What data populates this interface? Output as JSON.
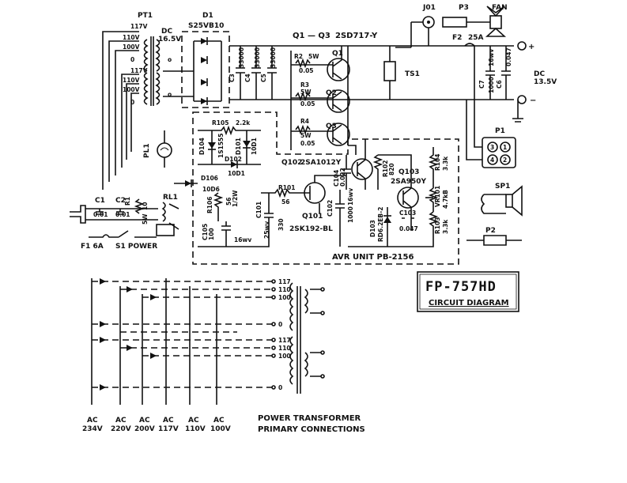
{
  "title_box": {
    "model": "FP-757HD",
    "subtitle": "CIRCUIT DIAGRAM"
  },
  "footer_caption": {
    "line1": "POWER TRANSFORMER",
    "line2": "PRIMARY CONNECTIONS"
  },
  "transformer": {
    "name": "PT1",
    "taps_top": [
      "117V",
      "110V",
      "100V"
    ],
    "taps_bottom": [
      "117V",
      "110V",
      "100V"
    ],
    "tap_zero": "0",
    "dc_label": "DC",
    "dc_value": "16.5V"
  },
  "rectifier": {
    "name": "D1",
    "part": "S25VB10"
  },
  "caps_main": {
    "c3": "C3",
    "c3v": "33000",
    "c4": "C4",
    "c4v": "33000",
    "c5": "C5",
    "c5v": "33000"
  },
  "transistors_main": {
    "range": "Q1 — Q3",
    "part": "2SD717-Y",
    "q1": "Q1",
    "q2": "Q2",
    "q3": "Q3"
  },
  "emitter_res": [
    {
      "name": "R2",
      "w": "5W",
      "v": "0.05"
    },
    {
      "name": "R3",
      "w": "5W",
      "v": "0.05"
    },
    {
      "name": "R4",
      "w": "5W",
      "v": "0.05"
    }
  ],
  "thermal_switch": "TS1",
  "connector_top": {
    "j": "J01",
    "p": "P3",
    "fan": "FAN"
  },
  "fuse2": {
    "name": "F2",
    "rating": "25A"
  },
  "output": {
    "dc": "DC",
    "volts": "13.5V",
    "c7": "C7",
    "c7v": "1000",
    "c7w": "16wv",
    "c6": "C6",
    "c6v": "0.047"
  },
  "p1_connector": {
    "name": "P1",
    "pins": [
      "1",
      "3",
      "2",
      "4"
    ]
  },
  "speaker": {
    "name": "SP1",
    "plug": "P2"
  },
  "avr": {
    "label": "AVR UNIT  PB-2156",
    "r105": "R105",
    "r105v": "2.2k",
    "d104": "D104",
    "d104p": "1S1555",
    "d101": "D101",
    "d101p": "10D1",
    "d102": "D102",
    "d102p": "10D1",
    "q102": "Q102",
    "q102p": "2SA1012Y",
    "c104": "C104",
    "c104v": "0.022",
    "r102": "R102",
    "r102v": "820",
    "q103": "Q103",
    "q103p": "2SA950Y",
    "r104": "R104",
    "r104v": "3.3k",
    "vr101": "VR101",
    "vr101v": "4.7kB",
    "r103": "R103",
    "r103v": "3.3k",
    "c103": "C103",
    "c103v": "0.047",
    "d103": "D103",
    "d103p": "RD6.2EB-2",
    "c102": "C102",
    "c102v": "1000",
    "c102w": "16wv",
    "q101": "Q101",
    "q101p": "2SK192-BL",
    "r101": "R101",
    "r101v": "56",
    "c101": "C101",
    "c101v": "330",
    "c101w": "25wv",
    "d106": "D106",
    "d106p": "10D6",
    "r106": "R106",
    "r106v": "56",
    "r106w": "1/2W",
    "c105": "C105",
    "c105v": "100",
    "c105w": "16wv"
  },
  "primary": {
    "pl1": "PL1",
    "rl1": "RL1",
    "c1": "C1",
    "c1v": "0.01",
    "c2": "C2",
    "c2v": "0.01",
    "r1": "R1",
    "r1w": "5W",
    "r1v": "10",
    "fuse": "F1 6A",
    "switch": "S1 POWER"
  },
  "ac_options": [
    {
      "line1": "AC",
      "line2": "234V"
    },
    {
      "line1": "AC",
      "line2": "220V"
    },
    {
      "line1": "AC",
      "line2": "200V"
    },
    {
      "line1": "AC",
      "line2": "117V"
    },
    {
      "line1": "AC",
      "line2": "110V"
    },
    {
      "line1": "AC",
      "line2": "100V"
    }
  ],
  "primary_taps": [
    "117",
    "110",
    "100",
    "0",
    "117",
    "110",
    "100",
    "0"
  ]
}
